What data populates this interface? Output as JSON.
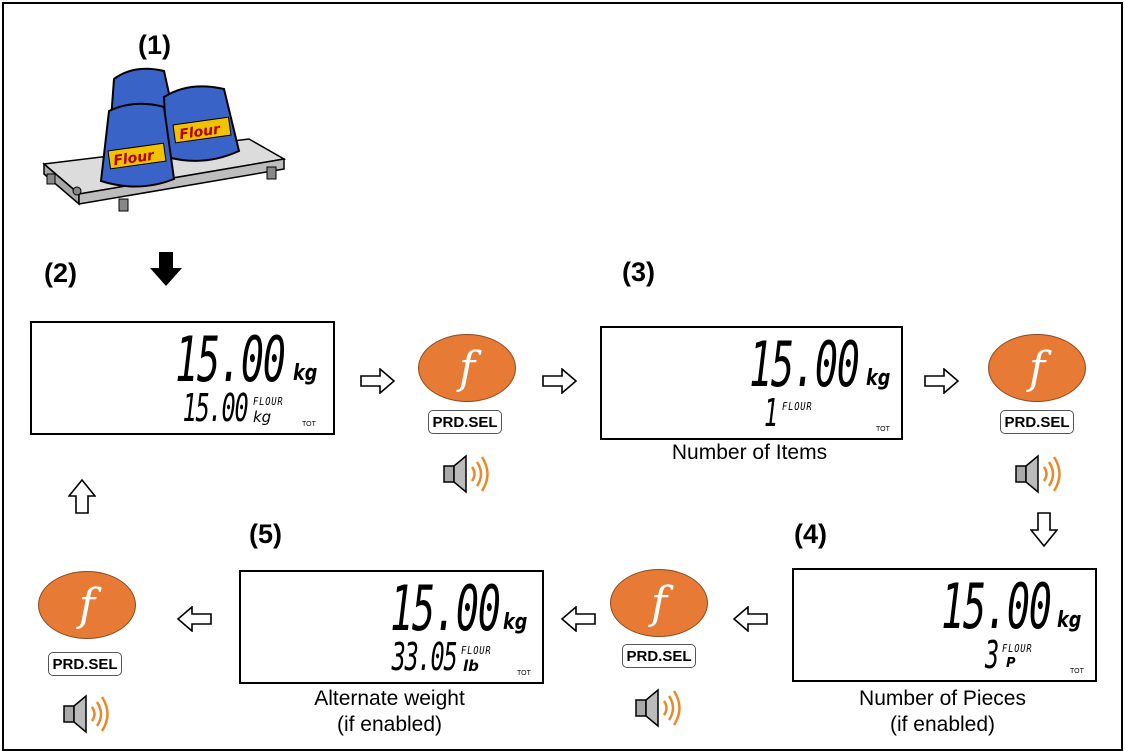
{
  "steps": [
    "(1)",
    "(2)",
    "(3)",
    "(4)",
    "(5)"
  ],
  "fkey": "f",
  "button_label": "PRD.SEL",
  "scale_illustration": {
    "bag_label": "Flour"
  },
  "displays": {
    "d2": {
      "main": "15.00",
      "main_unit": "kg",
      "sub": "15.00",
      "sub_unit": "kg",
      "product": "FLOUR",
      "tot": "TOT"
    },
    "d3": {
      "main": "15.00",
      "main_unit": "kg",
      "sub": "1",
      "sub_unit": "",
      "product": "FLOUR",
      "tot": "TOT",
      "caption": "Number of Items"
    },
    "d4": {
      "main": "15.00",
      "main_unit": "kg",
      "sub": "3",
      "sub_unit": "P",
      "product": "FLOUR",
      "tot": "TOT",
      "caption_line1": "Number of Pieces",
      "caption_line2": "(if enabled)"
    },
    "d5": {
      "main": "15.00",
      "main_unit": "kg",
      "sub": "33.05",
      "sub_unit": "lb",
      "product": "FLOUR",
      "tot": "TOT",
      "caption_line1": "Alternate weight",
      "caption_line2": "(if enabled)"
    }
  },
  "icons": {
    "arrow_down": "arrow-down-solid-icon",
    "arrow_right": "arrow-right-outline-icon",
    "arrow_left": "arrow-left-outline-icon",
    "arrow_up": "arrow-up-outline-icon",
    "speaker": "speaker-icon"
  },
  "colors": {
    "fkey": "#e77a35",
    "sound_waves": "#e88a2a",
    "bags": "#3a63c8",
    "bag_label": "#f2c100",
    "platform": "#c9c9c9"
  }
}
